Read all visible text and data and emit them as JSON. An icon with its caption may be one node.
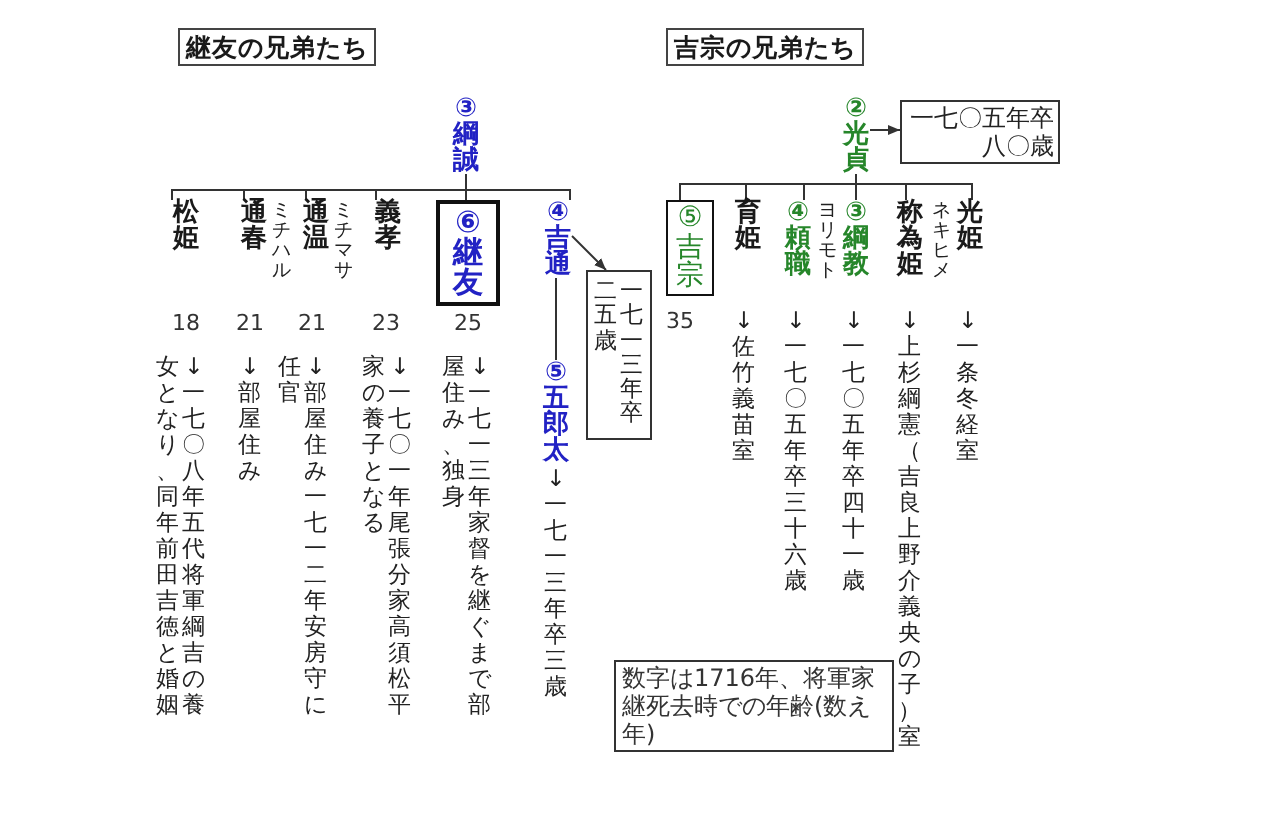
{
  "diagram": {
    "nodes": [
      {
        "text": [
          "継友の兄弟たち"
        ]
      },
      {
        "text": [
          "③綱誠"
        ]
      },
      {
        "text": [
          "松姫"
        ],
        "beside": [
          "18",
          "↓一七〇八年五代将軍綱吉の養女となり、同年前田吉徳と婚姻"
        ]
      },
      {
        "text": [
          "通春"
        ],
        "beside": [
          "ミチハル",
          "21",
          "↓部屋住み"
        ]
      },
      {
        "text": [
          "通温"
        ],
        "beside": [
          "ミチマサ",
          "21",
          "↓部屋住み一七一二年安房守に任官"
        ]
      },
      {
        "text": [
          "義孝"
        ],
        "beside": [
          "23",
          "↓一七〇一年尾張分家高須松平家の養子となる"
        ]
      },
      {
        "text": [
          "⑥継友"
        ],
        "beside": [
          "25",
          "↓一七一三年家督を継ぐまで部屋住み、独身"
        ]
      },
      {
        "text": [
          "④吉通"
        ]
      },
      {
        "text": [
          "一七一三年卒二五歳"
        ]
      },
      {
        "text": [
          "⑤五郎太"
        ],
        "beside": [
          "↓一七一三年卒三歳"
        ]
      },
      {
        "text": [
          "吉宗の兄弟たち"
        ]
      },
      {
        "text": [
          "②光貞"
        ]
      },
      {
        "text": [
          "一七〇五年卒八〇歳"
        ]
      },
      {
        "text": [
          "⑤吉宗"
        ],
        "beside": [
          "35"
        ]
      },
      {
        "text": [
          "育姫"
        ],
        "beside": [
          "↓佐竹義苗室"
        ]
      },
      {
        "text": [
          "④頼職"
        ],
        "beside": [
          "ヨリモト",
          "↓一七〇五年卒三十六歳"
        ]
      },
      {
        "text": [
          "③綱教"
        ],
        "beside": [
          "↓一七〇五年卒四十一歳"
        ]
      },
      {
        "text": [
          "称為姫"
        ],
        "beside": [
          "ネキヒメ",
          "↓上杉綱憲（吉良上野介義央の子）室"
        ]
      },
      {
        "text": [
          "光姫"
        ],
        "beside": [
          "↓一条冬経室"
        ]
      },
      {
        "text": [
          "数字は1716年、将軍家継死去時での年齢(数え年)"
        ]
      }
    ],
    "edges": [
      {
        "from": 1,
        "to": 2,
        "arrow": "none"
      },
      {
        "from": 1,
        "to": 3,
        "arrow": "none"
      },
      {
        "from": 1,
        "to": 4,
        "arrow": "none"
      },
      {
        "from": 1,
        "to": 5,
        "arrow": "none"
      },
      {
        "from": 1,
        "to": 6,
        "arrow": "none"
      },
      {
        "from": 1,
        "to": 7,
        "arrow": "none"
      },
      {
        "from": 7,
        "to": 8,
        "arrow": "to"
      },
      {
        "from": 7,
        "to": 9,
        "arrow": "none"
      },
      {
        "from": 11,
        "to": 12,
        "arrow": "to"
      },
      {
        "from": 11,
        "to": 13,
        "arrow": "none"
      },
      {
        "from": 11,
        "to": 14,
        "arrow": "none"
      },
      {
        "from": 11,
        "to": 15,
        "arrow": "none"
      },
      {
        "from": 11,
        "to": 16,
        "arrow": "none"
      },
      {
        "from": 11,
        "to": 17,
        "arrow": "none"
      },
      {
        "from": 11,
        "to": 18,
        "arrow": "none"
      }
    ]
  }
}
